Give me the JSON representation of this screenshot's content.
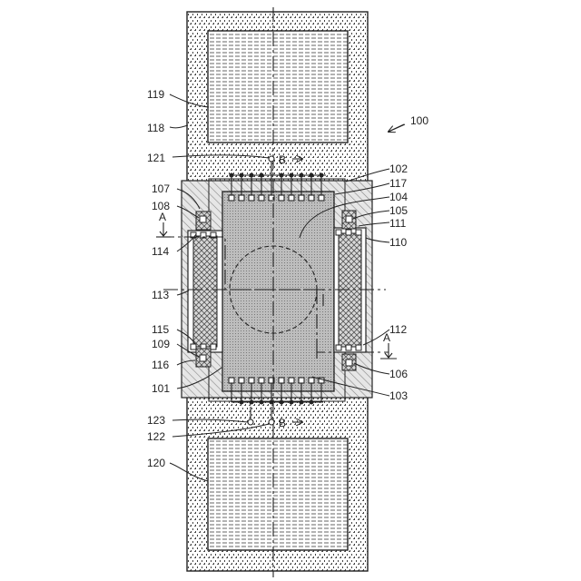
{
  "figure": {
    "reference_numeral": "100",
    "labels": {
      "n101": "101",
      "n102": "102",
      "n103": "103",
      "n104": "104",
      "n105": "105",
      "n106": "106",
      "n107": "107",
      "n108": "108",
      "n109": "109",
      "n110": "110",
      "n111": "111",
      "n112": "112",
      "n113": "113",
      "n114": "114",
      "n115": "115",
      "n116": "116",
      "n117": "117",
      "n118": "118",
      "n119": "119",
      "n120": "120",
      "n121": "121",
      "n122": "122",
      "n123": "123"
    },
    "section_marks": {
      "a_left": "A",
      "a_right": "A",
      "b_top": "B",
      "b_bottom": "B"
    }
  }
}
